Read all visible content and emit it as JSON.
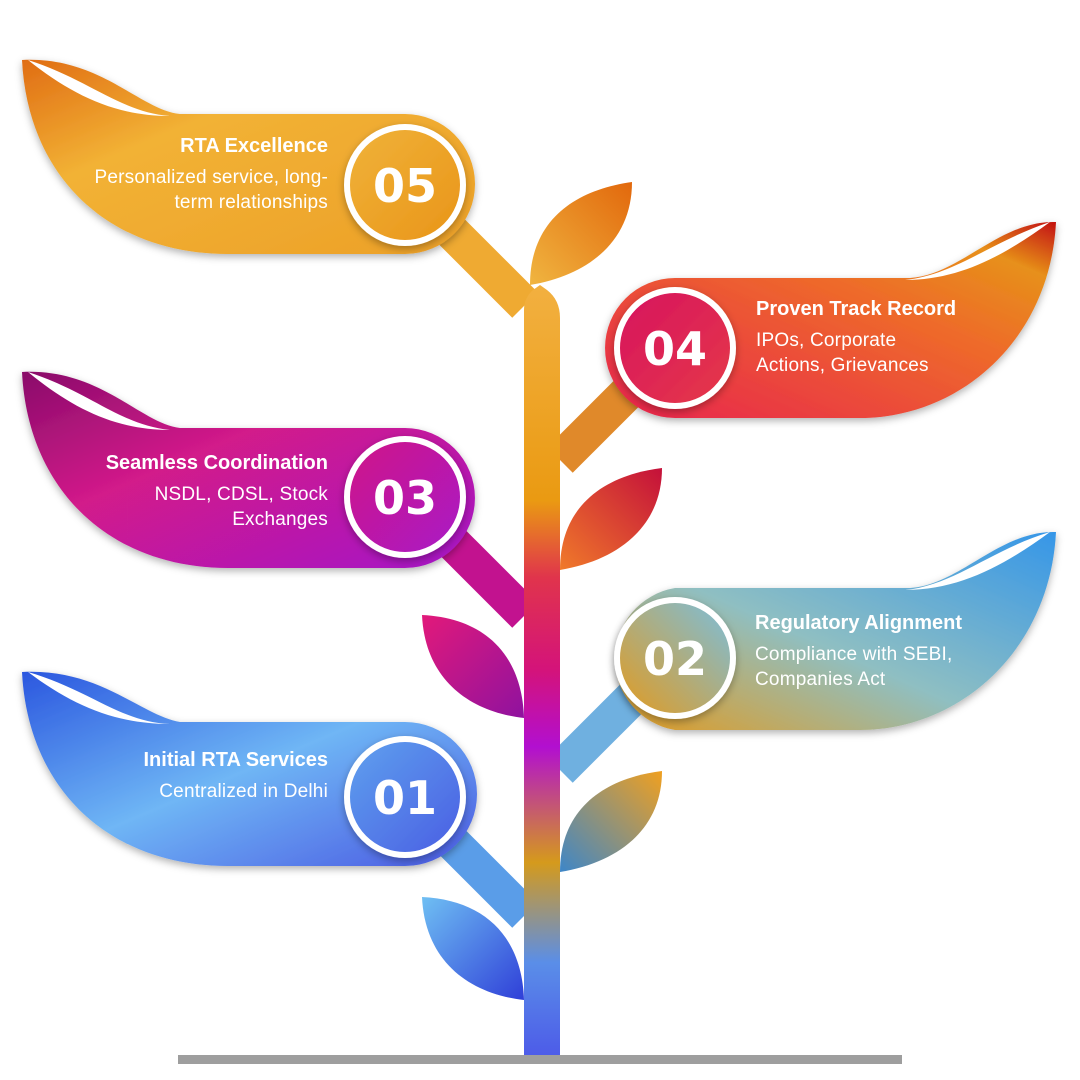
{
  "steps": [
    {
      "number": "01",
      "title": "Initial RTA Services",
      "desc": "Centralized in Delhi"
    },
    {
      "number": "02",
      "title": "Regulatory Alignment",
      "desc": "Compliance with SEBI, Companies Act"
    },
    {
      "number": "03",
      "title": "Seamless Coordination",
      "desc": "NSDL, CDSL, Stock Exchanges"
    },
    {
      "number": "04",
      "title": "Proven Track Record",
      "desc": "IPOs, Corporate Actions, Grievances"
    },
    {
      "number": "05",
      "title": "RTA Excellence",
      "desc": "Personalized service, long-term relationships"
    }
  ],
  "colors": {
    "blue": "#4a63e6",
    "teal": "#7cc6d6",
    "magenta": "#c2128f",
    "red": "#e0304e",
    "orange": "#eea62a",
    "ground": "#9e9e9e"
  }
}
